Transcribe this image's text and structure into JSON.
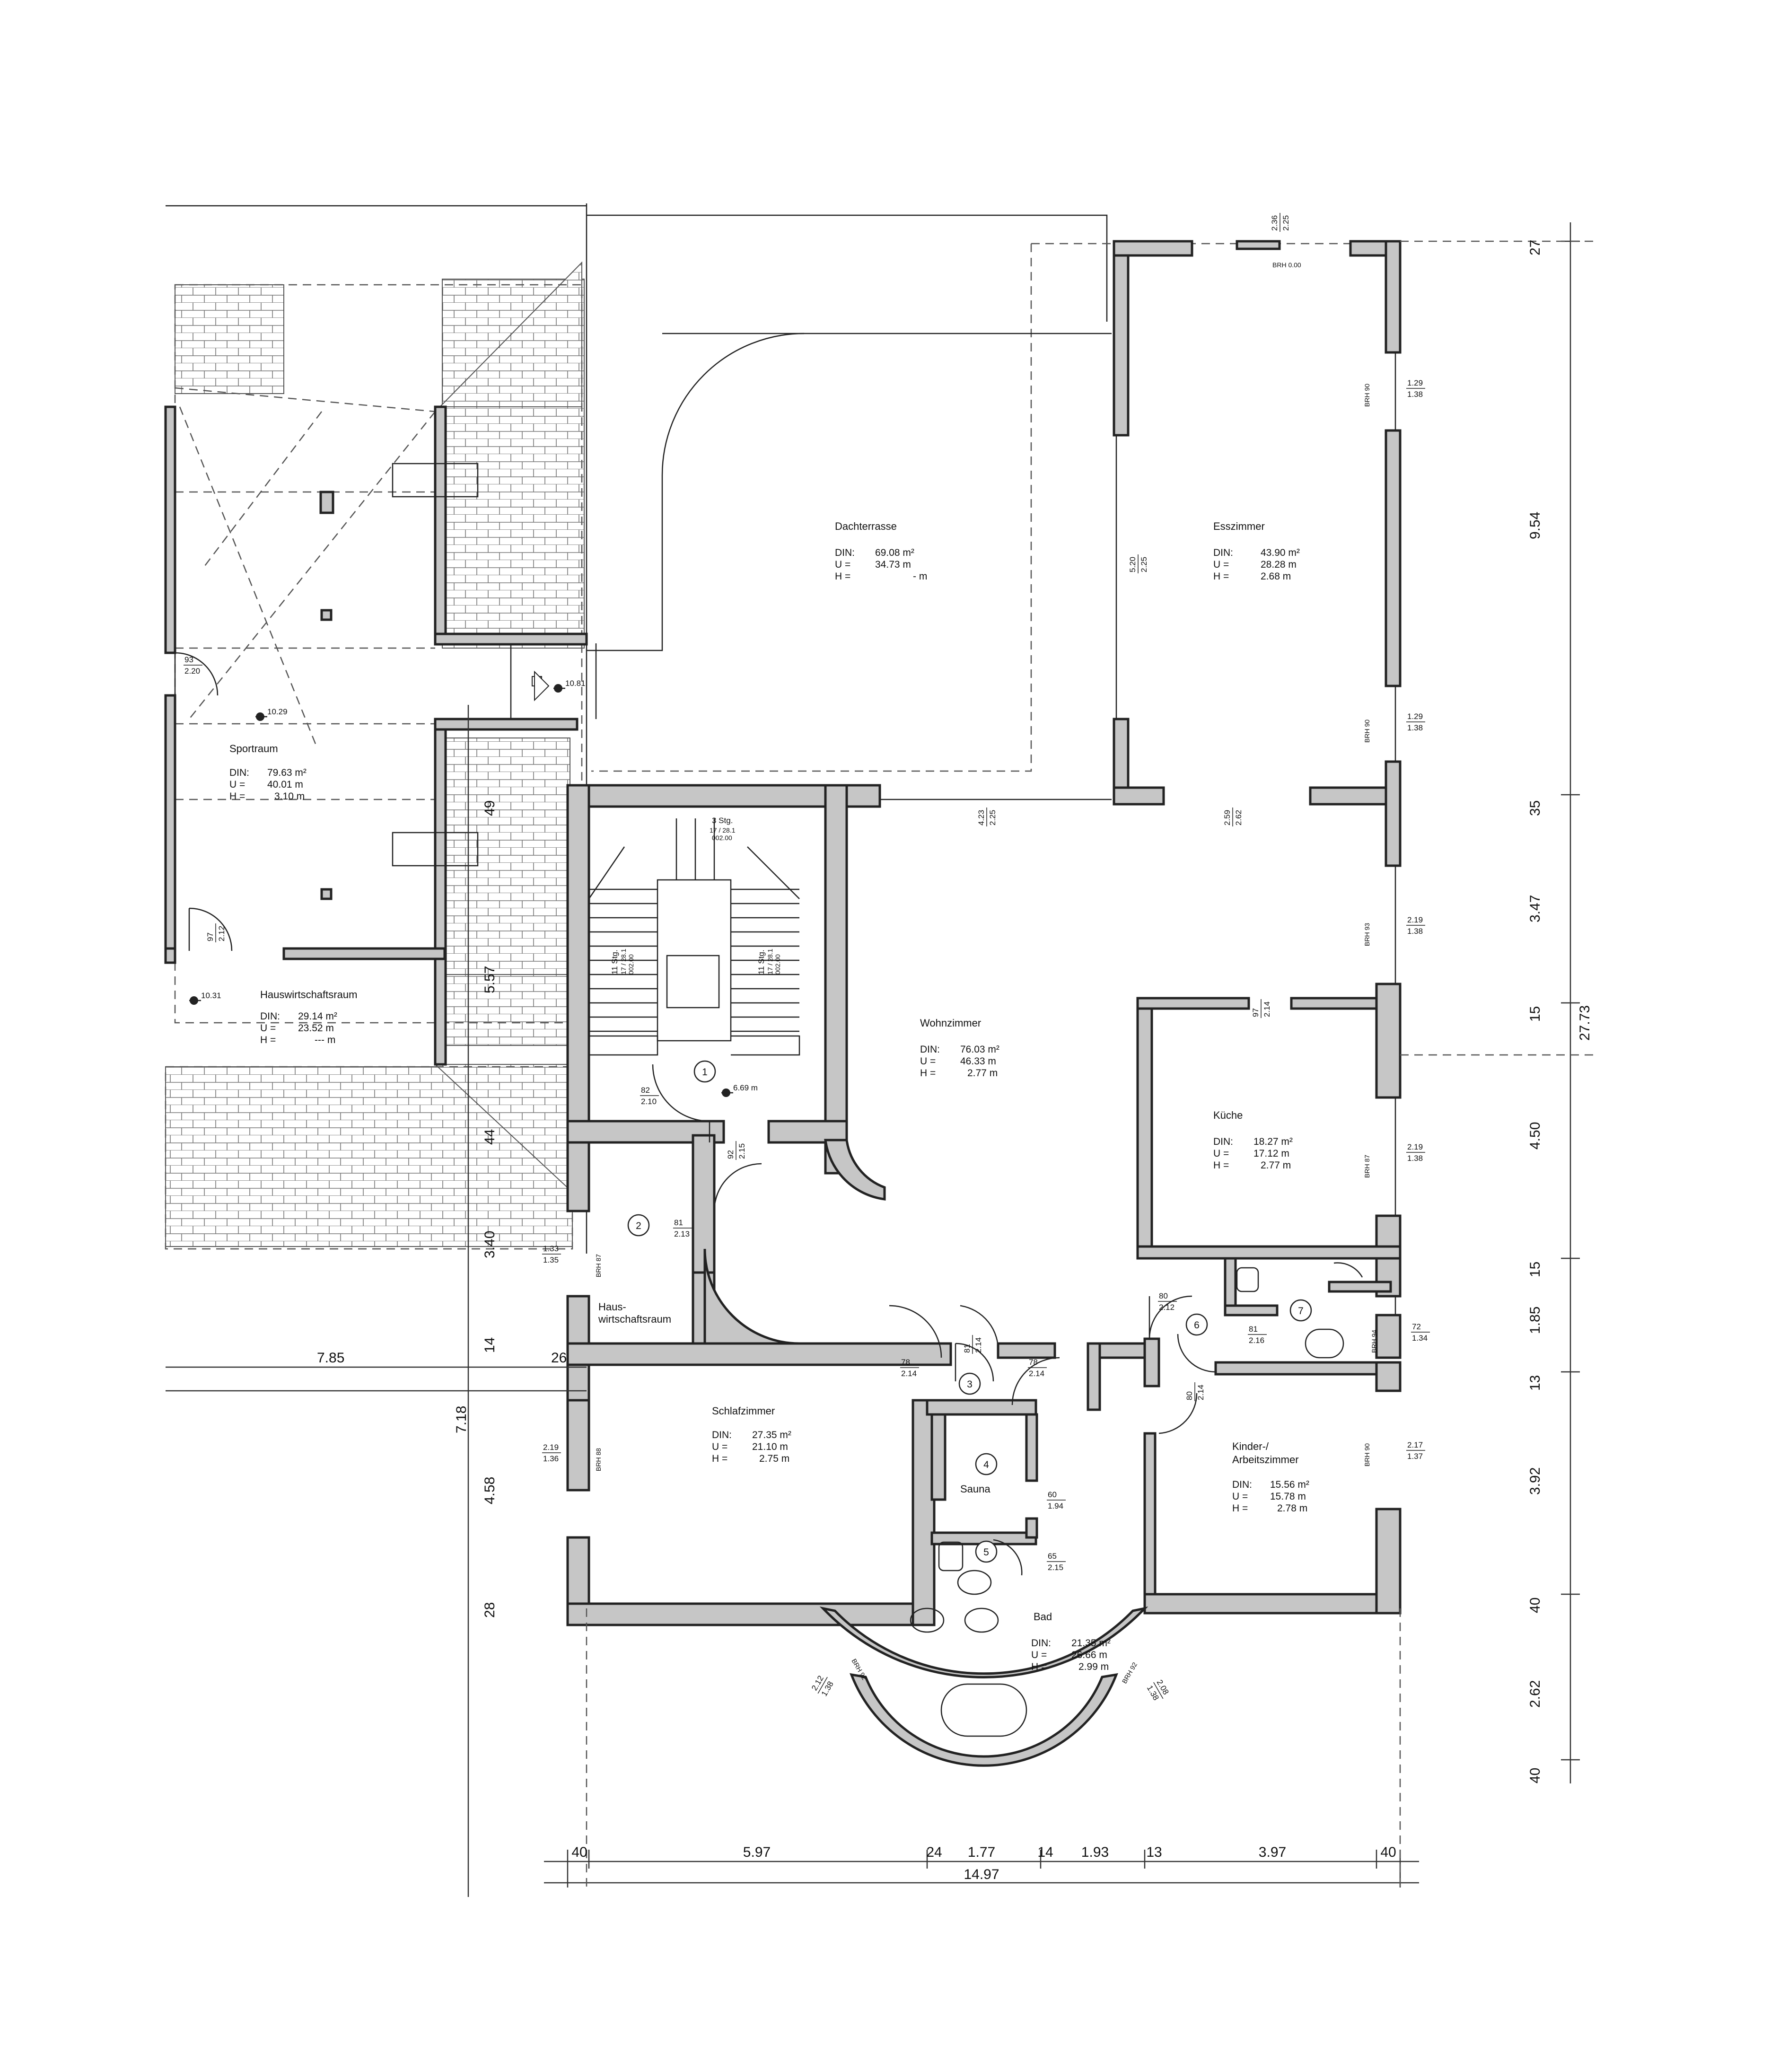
{
  "rooms": [
    {
      "name": "Dachterrasse",
      "din": "69.08 m²",
      "u": "34.73 m",
      "h": "- m"
    },
    {
      "name": "Esszimmer",
      "din": "43.90 m²",
      "u": "28.28 m",
      "h": "2.68 m"
    },
    {
      "name": "Sportraum",
      "din": "79.63 m²",
      "u": "40.01 m",
      "h": "3.10 m"
    },
    {
      "name": "Hauswirtschaftsraum",
      "din": "29.14 m²",
      "u": "23.52 m",
      "h": "--- m"
    },
    {
      "name": "Wohnzimmer",
      "din": "76.03 m²",
      "u": "46.33 m",
      "h": "2.77 m"
    },
    {
      "name": "Küche",
      "din": "18.27 m²",
      "u": "17.12 m",
      "h": "2.77 m"
    },
    {
      "name": "Schlafzimmer",
      "din": "27.35 m²",
      "u": "21.10 m",
      "h": "2.75 m"
    },
    {
      "name": "Kinder-/",
      "name2": "Arbeitszimmer",
      "din": "15.56 m²",
      "u": "15.78 m",
      "h": "2.78 m"
    },
    {
      "name": "Bad",
      "din": "21.35 m²",
      "u": "26.66 m",
      "h": "2.99 m"
    }
  ],
  "row_labels": {
    "din": "DIN:",
    "u": "U =",
    "h": "H ="
  },
  "small_rooms": {
    "haus_line1": "Haus-",
    "haus_line2": "wirtschaftsraum",
    "sauna": "Sauna"
  },
  "room_numbers": [
    "1",
    "2",
    "3",
    "4",
    "5",
    "6",
    "7"
  ],
  "levels": [
    "10.81",
    "10.29",
    "10.31",
    "6.69 m"
  ],
  "stairs": {
    "top": "3 Stg.",
    "top_ratio": "17 / 28.1",
    "top_code": "002.00",
    "left": "11 Stg.",
    "right": "11 Stg.",
    "ratio": "17 / 28.1",
    "code": "002.00"
  },
  "brh": [
    "BRH 0.00",
    "BRH 90",
    "BRH 90",
    "BRH 93",
    "BRH 87",
    "BRH 94",
    "BRH 90",
    "BRH 87",
    "BRH 88",
    "BRH 92",
    "BRH 92"
  ],
  "openings": [
    [
      "1.29",
      "1.38"
    ],
    [
      "1.29",
      "1.38"
    ],
    [
      "2.19",
      "1.38"
    ],
    [
      "2.19",
      "1.38"
    ],
    [
      "72",
      "1.34"
    ],
    [
      "2.17",
      "1.37"
    ],
    [
      "5.20",
      "2.25"
    ],
    [
      "4.23",
      "2.25"
    ],
    [
      "2.59",
      "2.62"
    ],
    [
      "97",
      "2.14"
    ],
    [
      "82",
      "2.10"
    ],
    [
      "92",
      "2.15"
    ],
    [
      "81",
      "2.13"
    ],
    [
      "1.33",
      "1.35"
    ],
    [
      "93",
      "2.20"
    ],
    [
      "97",
      "2.12"
    ],
    [
      "80",
      "2.12"
    ],
    [
      "81",
      "2.16"
    ],
    [
      "80",
      "2.14"
    ],
    [
      "78",
      "2.14"
    ],
    [
      "81",
      "2.14"
    ],
    [
      "78",
      "2.14"
    ],
    [
      "60",
      "1.94"
    ],
    [
      "65",
      "2.15"
    ],
    [
      "2.19",
      "1.36"
    ],
    [
      "2.12",
      "1.38"
    ],
    [
      "2.08",
      "1.38"
    ],
    [
      "2.36",
      "2.25"
    ]
  ],
  "dims_right": [
    "27",
    "9.54",
    "35",
    "3.47",
    "15",
    "4.50",
    "15",
    "1.85",
    "13",
    "3.92",
    "40",
    "2.62",
    "40"
  ],
  "dim_total_right": "27.73",
  "dims_bottom": [
    "40",
    "5.97",
    "24",
    "1.77",
    "14",
    "1.93",
    "13",
    "3.97",
    "40"
  ],
  "dim_total_bottom": "14.97",
  "dims_left": [
    "49",
    "5.57",
    "44",
    "3.40",
    "14",
    "7.18",
    "4.58",
    "28"
  ],
  "dim_left_horizontal": [
    "7.85",
    "26"
  ]
}
